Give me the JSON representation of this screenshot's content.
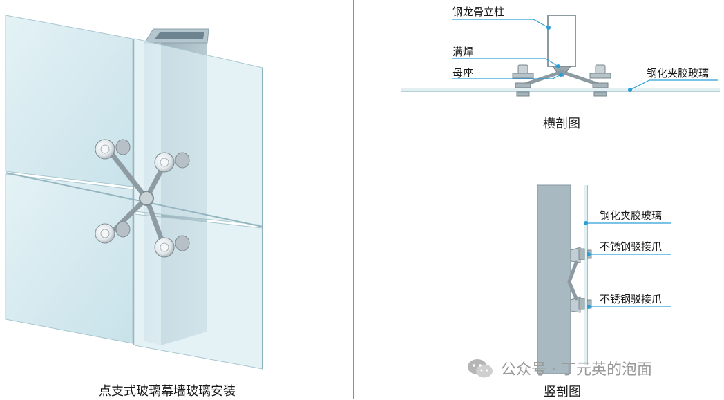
{
  "left": {
    "caption": "点支式玻璃幕墙玻璃安装"
  },
  "cross_section": {
    "caption": "横剖图",
    "labels": {
      "column": "钢龙骨立柱",
      "weld": "满焊",
      "base": "母座",
      "glass": "钢化夹胶玻璃"
    }
  },
  "vertical_section": {
    "caption": "竖剖图",
    "labels": {
      "glass": "钢化夹胶玻璃",
      "claw_top": "不锈钢驳接爪",
      "claw_bottom": "不锈钢驳接爪"
    }
  },
  "watermark": {
    "text": "公众号 · 丁元英的泡面"
  },
  "colors": {
    "leader": "#2a9fd6",
    "glass": "#cfe7ee",
    "steel": "#a9bcc6",
    "divider": "#8f8f8f"
  }
}
